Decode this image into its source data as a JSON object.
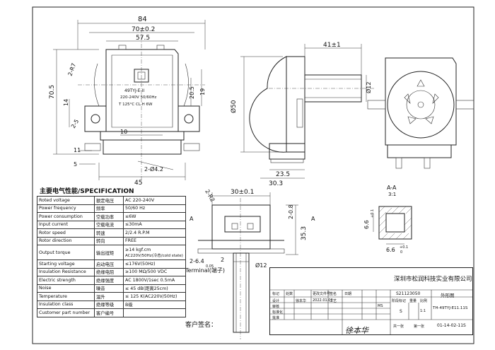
{
  "spec": {
    "title": "主要电气性能/SPECIFICATION",
    "rows": [
      {
        "en": "Roted voltage",
        "cn": "额定电压",
        "val": "AC 220-240V"
      },
      {
        "en": "Power frequency",
        "cn": "频率",
        "val": "50/60 Hz"
      },
      {
        "en": "Power consumption",
        "cn": "空载功率",
        "val": "≤6W"
      },
      {
        "en": "Input current",
        "cn": "空载电流",
        "val": "≤30mA"
      },
      {
        "en": "Rotor speed",
        "cn": "转速",
        "val": "2/2.4 R.P.M"
      },
      {
        "en": "Rotor direction",
        "cn": "转向",
        "val": "FREE"
      },
      {
        "en": "Output torque",
        "cn": "输出扭矩",
        "val": "≥14 kgf.cm",
        "val2": "AC220V/50Hz(冷态/cold state)"
      },
      {
        "en": "Starting voltage",
        "cn": "启动电压",
        "val": "≤176V(50Hz)"
      },
      {
        "en": "Insulation Resistance",
        "cn": "绝缘电阻",
        "val": "≥100 MΩ/500 VDC"
      },
      {
        "en": "Electric strength",
        "cn": "绝缘强度",
        "val": "AC 1800V/1sec 0.5mA"
      },
      {
        "en": "Noise",
        "cn": "噪音",
        "val": "≤ 45 dB(距离25cm)"
      },
      {
        "en": "Temperature",
        "cn": "温升",
        "val": "≤ 125 K(AC220V/50Hz)"
      },
      {
        "en": "Insulation class",
        "cn": "绝缘等级",
        "val": "B级"
      },
      {
        "en": "Customer part number",
        "cn": "客户编号",
        "val": ""
      }
    ]
  },
  "customer_sign": "客户签名：",
  "label": {
    "model": "49TYJ-E-II",
    "rating": "220-240V 50/60Hz",
    "temp": "T 125°C  CL.H 6W"
  },
  "dims": {
    "d84": "84",
    "d70": "70±0.2",
    "d57": "57.5",
    "r7": "2-R7",
    "d70_5": "70.5",
    "d14": "14",
    "d2_5": "2-5",
    "d20_5": "20.5",
    "d19": "19",
    "d10": "10",
    "d45": "45",
    "d4_2": "2-Ø4.2",
    "d5": "5",
    "d11": "11",
    "d41": "41±1",
    "d50": "Ø50",
    "d12": "Ø12",
    "d23_5": "23.5",
    "d30_3": "30.3",
    "d30": "30±0.1",
    "d2_8": "2-0.8",
    "d2_r2": "2-R2",
    "d6_4": "2-6.4",
    "d0_05": "0.05",
    "d35_3": "35.3",
    "d12b": "Ø12",
    "d2": "2",
    "terminal": "Terminal(端子)",
    "sec_a": "A",
    "sec_aa": "A-A",
    "scale": "3:1",
    "d6_6v": "6.6",
    "d6_6h": "6.6",
    "tol": "+0.1",
    "tol0": "0"
  },
  "title_block": {
    "company": "深圳市松润科技实业有限公司",
    "drawing_no": "S21123050",
    "drawing_type": "外形图",
    "model": "TH-49TYJ-E11.11S",
    "date_code": "01-14-02-11S",
    "rev_mark": "标记",
    "rev_count": "处数",
    "rev_doc": "更改文件号",
    "rev_sign": "签名",
    "rev_date": "日期",
    "designer": "设计",
    "checker": "审核",
    "process": "工艺",
    "standard": "标准化",
    "approve": "批准",
    "stage": "阶段标记",
    "weight": "重量",
    "ratio": "比例",
    "sheet": "第一张",
    "total": "共一张",
    "sign_date": "2022.01.03",
    "sign_name": "徐本华",
    "stage_val": "S",
    "ratio_val": "1:1",
    "ms": "MS"
  }
}
